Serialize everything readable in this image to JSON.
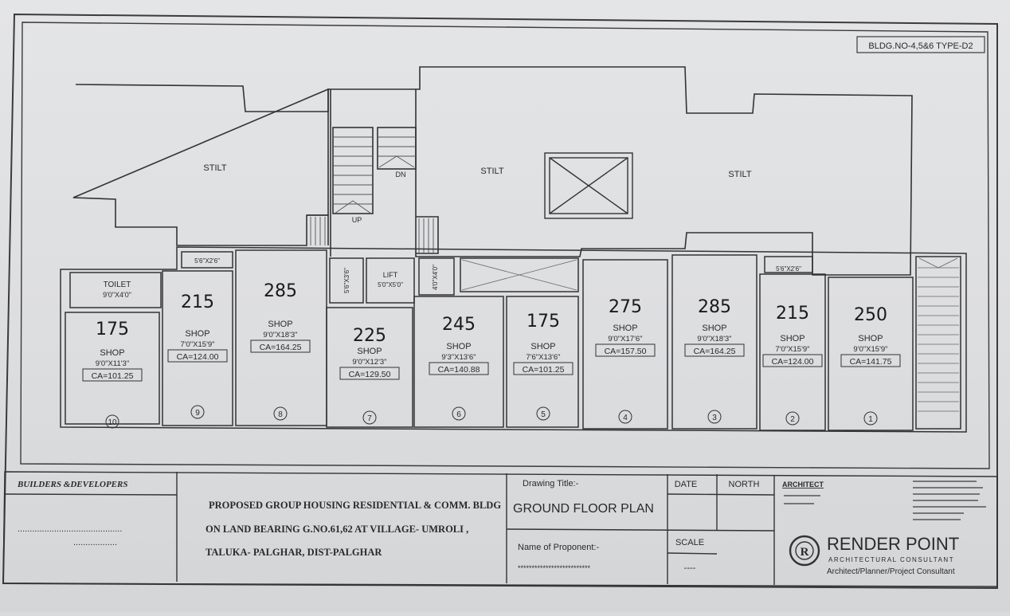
{
  "sheet_tag": "BLDG.NO-4,5&6 TYPE-D2",
  "areas": {
    "stilt_left": "STILT",
    "stilt_center": "STILT",
    "stilt_right": "STILT",
    "stair_up": "UP",
    "stair_dn": "DN",
    "lift_label": "LIFT",
    "lift_size": "5'0\"X5'0\"",
    "duct_left": "5'6\"X2'6\"",
    "duct_right": "5'6\"X2'6\"",
    "duct_v1": "5'6\"X3'6\"",
    "duct_v2": "4'0\"X4'0\"",
    "toilet_label": "TOILET",
    "toilet_size": "9'0\"X4'0\""
  },
  "shops": [
    {
      "no": "10",
      "label": "SHOP",
      "size": "9'0\"X11'3\"",
      "ca": "CA=101.25",
      "hand": "175"
    },
    {
      "no": "9",
      "label": "SHOP",
      "size": "7'0\"X15'9\"",
      "ca": "CA=124.00",
      "hand": "215"
    },
    {
      "no": "8",
      "label": "SHOP",
      "size": "9'0\"X18'3\"",
      "ca": "CA=164.25",
      "hand": "285"
    },
    {
      "no": "7",
      "label": "SHOP",
      "size": "9'0\"X12'3\"",
      "ca": "CA=129.50",
      "hand": "225"
    },
    {
      "no": "6",
      "label": "SHOP",
      "size": "9'3\"X13'6\"",
      "ca": "CA=140.88",
      "hand": "245"
    },
    {
      "no": "5",
      "label": "SHOP",
      "size": "7'6\"X13'6\"",
      "ca": "CA=101.25",
      "hand": "175"
    },
    {
      "no": "4",
      "label": "SHOP",
      "size": "9'0\"X17'6\"",
      "ca": "CA=157.50",
      "hand": "275"
    },
    {
      "no": "3",
      "label": "SHOP",
      "size": "9'0\"X18'3\"",
      "ca": "CA=164.25",
      "hand": "285"
    },
    {
      "no": "2",
      "label": "SHOP",
      "size": "7'0\"X15'9\"",
      "ca": "CA=124.00",
      "hand": "215"
    },
    {
      "no": "1",
      "label": "SHOP",
      "size": "9'0\"X15'9\"",
      "ca": "CA=141.75",
      "hand": "250"
    }
  ],
  "title_block": {
    "builders_label": "BUILDERS &DEVELOPERS",
    "builders_dots1": "...........................................",
    "builders_dots2": "..................",
    "project_line1": "PROPOSED GROUP HOUSING RESIDENTIAL & COMM. BLDG",
    "project_line2": "ON LAND BEARING G.NO.61,62 AT VILLAGE- UMROLI ,",
    "project_line3": "TALUKA- PALGHAR, DIST-PALGHAR",
    "drawing_title_label": "Drawing Title:-",
    "drawing_title": "GROUND FLOOR PLAN",
    "proponent_label": "Name of Proponent:-",
    "proponent_value": "**************************",
    "date_label": "DATE",
    "north_label": "NORTH",
    "scale_label": "SCALE",
    "scale_value": "----",
    "architect_label": "ARCHITECT",
    "firm_name": "RENDER POINT",
    "firm_sub": "ARCHITECTURAL CONSULTANT",
    "firm_roles": "Architect/Planner/Project Consultant",
    "logo_letter": "R"
  }
}
